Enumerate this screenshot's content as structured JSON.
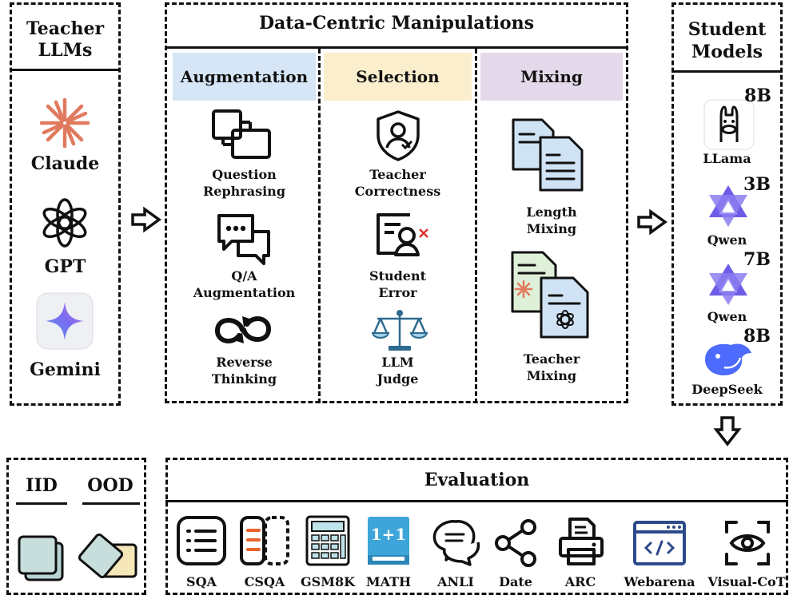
{
  "teacher": {
    "title_line1": "Teacher",
    "title_line2": "LLMs",
    "models": [
      "Claude",
      "GPT",
      "Gemini"
    ]
  },
  "manipulations": {
    "title": "Data-Centric Manipulations",
    "columns": [
      {
        "header": "Augmentation",
        "color": "#d6e6f7",
        "items": [
          [
            "Question",
            "Rephrasing"
          ],
          [
            "Q/A",
            "Augmentation"
          ],
          [
            "Reverse",
            "Thinking"
          ]
        ]
      },
      {
        "header": "Selection",
        "color": "#faeecd",
        "items": [
          [
            "Teacher",
            "Correctness"
          ],
          [
            "Student",
            "Error"
          ],
          [
            "LLM",
            "Judge"
          ]
        ]
      },
      {
        "header": "Mixing",
        "color": "#e3d9ea",
        "items": [
          [
            "Length",
            "Mixing"
          ],
          [
            "Teacher",
            "Mixing"
          ]
        ]
      }
    ]
  },
  "student": {
    "title_line1": "Student",
    "title_line2": "Models",
    "models": [
      {
        "name": "LLama",
        "size": "8B"
      },
      {
        "name": "Qwen",
        "size": "3B"
      },
      {
        "name": "Qwen",
        "size": "7B"
      },
      {
        "name": "DeepSeek",
        "size": "8B"
      }
    ]
  },
  "split": {
    "iid": "IID",
    "ood": "OOD"
  },
  "evaluation": {
    "title": "Evaluation",
    "benchmarks": [
      "SQA",
      "CSQA",
      "GSM8K",
      "MATH",
      "ANLI",
      "Date",
      "ARC",
      "Webarena",
      "Visual-CoT"
    ],
    "math_icon_text": "1+1"
  },
  "colors": {
    "claude": "#e07a5f",
    "qwen": "#6c5ce7",
    "deepseek": "#4d6bfe",
    "math": "#3da5d9",
    "webarena": "#2d4a8a"
  }
}
